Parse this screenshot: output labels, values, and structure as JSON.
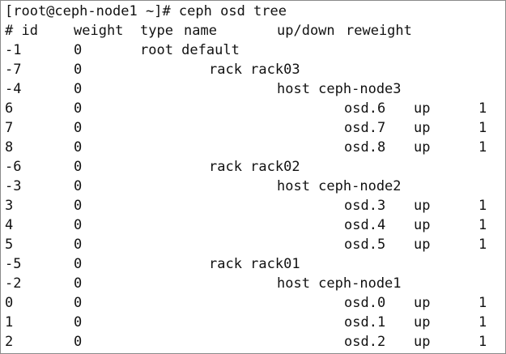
{
  "terminal": {
    "prompt": "[root@ceph-node1 ~]# ceph osd tree",
    "header": {
      "id": "# id",
      "weight": "weight",
      "type": "type",
      "name": "name",
      "updown": "up/down",
      "reweight": "reweight"
    },
    "rows": [
      {
        "id": "-1",
        "weight": "0",
        "entry": "root default"
      },
      {
        "id": "-7",
        "weight": "0",
        "entry": "rack rack03"
      },
      {
        "id": "-4",
        "weight": "0",
        "entry": "host ceph-node3"
      },
      {
        "id": "6",
        "weight": "0",
        "entry": "osd.6",
        "status": "up",
        "reweight": "1"
      },
      {
        "id": "7",
        "weight": "0",
        "entry": "osd.7",
        "status": "up",
        "reweight": "1"
      },
      {
        "id": "8",
        "weight": "0",
        "entry": "osd.8",
        "status": "up",
        "reweight": "1"
      },
      {
        "id": "-6",
        "weight": "0",
        "entry": "rack rack02"
      },
      {
        "id": "-3",
        "weight": "0",
        "entry": "host ceph-node2"
      },
      {
        "id": "3",
        "weight": "0",
        "entry": "osd.3",
        "status": "up",
        "reweight": "1"
      },
      {
        "id": "4",
        "weight": "0",
        "entry": "osd.4",
        "status": "up",
        "reweight": "1"
      },
      {
        "id": "5",
        "weight": "0",
        "entry": "osd.5",
        "status": "up",
        "reweight": "1"
      },
      {
        "id": "-5",
        "weight": "0",
        "entry": "rack rack01"
      },
      {
        "id": "-2",
        "weight": "0",
        "entry": "host ceph-node1"
      },
      {
        "id": "0",
        "weight": "0",
        "entry": "osd.0",
        "status": "up",
        "reweight": "1"
      },
      {
        "id": "1",
        "weight": "0",
        "entry": "osd.1",
        "status": "up",
        "reweight": "1"
      },
      {
        "id": "2",
        "weight": "0",
        "entry": "osd.2",
        "status": "up",
        "reweight": "1"
      }
    ]
  }
}
